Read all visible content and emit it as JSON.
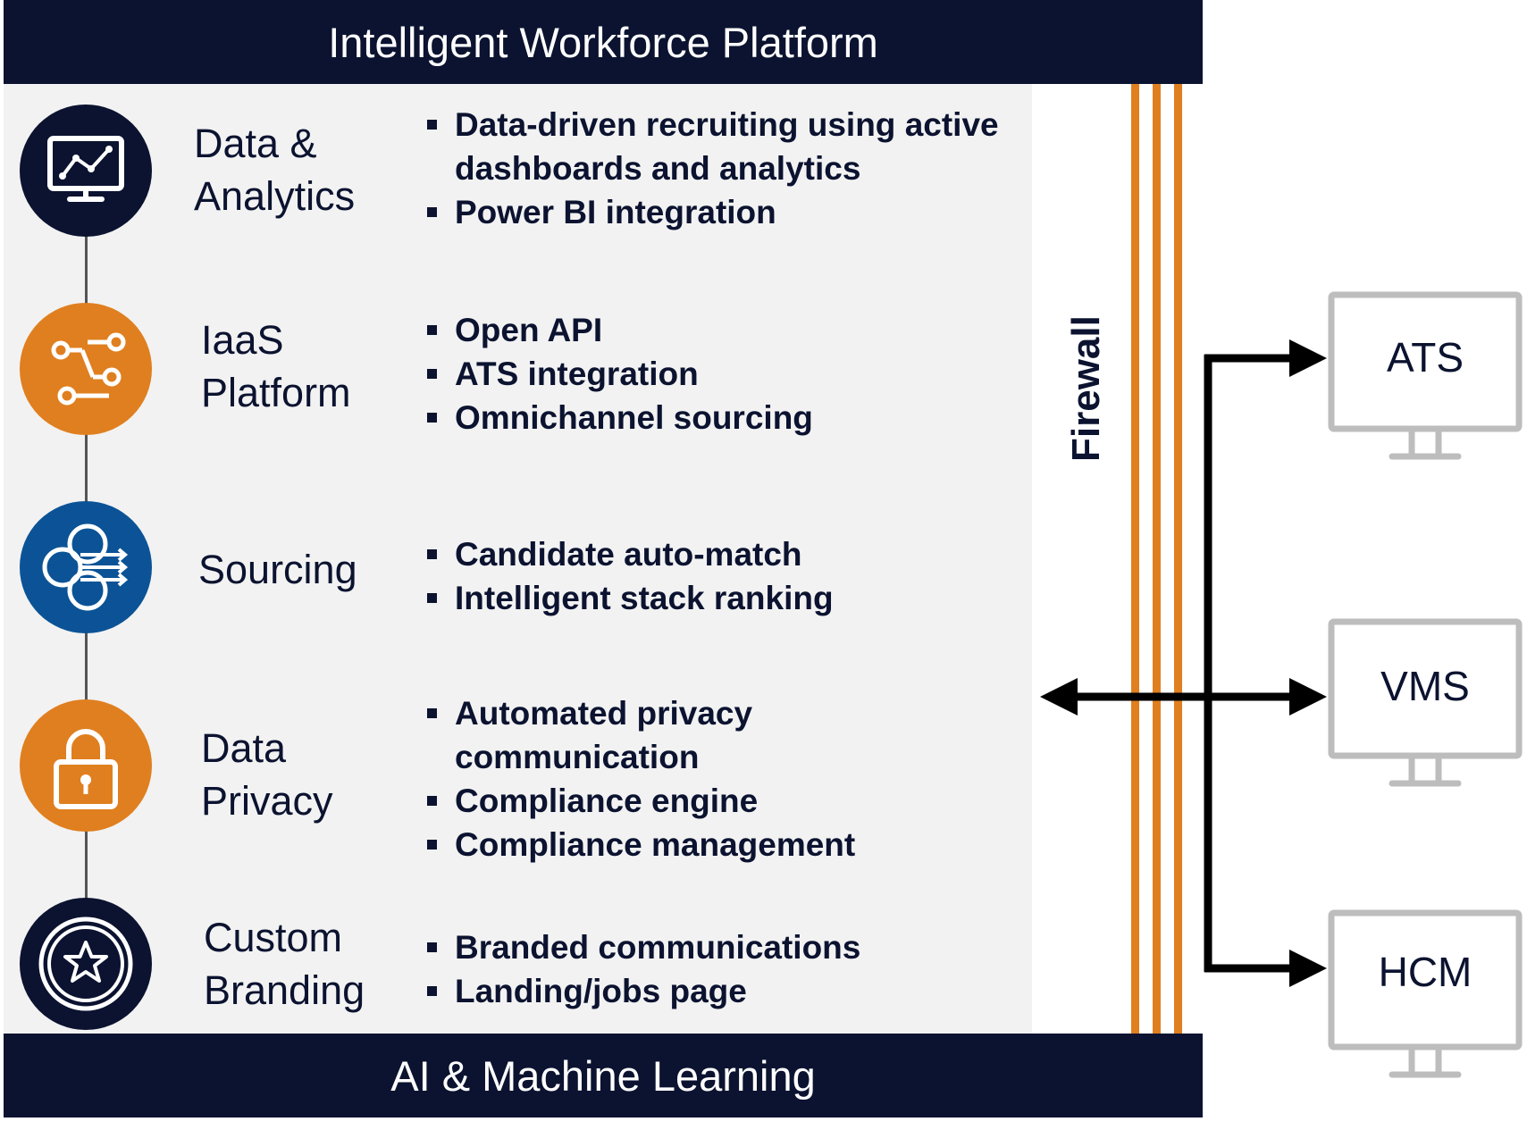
{
  "header": {
    "title": "Intelligent Workforce Platform"
  },
  "footer": {
    "title": "AI & Machine Learning"
  },
  "capabilities": [
    {
      "icon": "analytics-monitor-icon",
      "color": "#0b1330",
      "label_lines": [
        "Data &",
        "Analytics"
      ],
      "bullets": [
        "Data-driven recruiting using active dashboards and analytics",
        "Power BI integration"
      ]
    },
    {
      "icon": "workflow-nodes-icon",
      "color": "#e07f1f",
      "label_lines": [
        "IaaS",
        "Platform"
      ],
      "bullets": [
        "Open API",
        "ATS integration",
        "Omnichannel sourcing"
      ]
    },
    {
      "icon": "sourcing-circles-icon",
      "color": "#0b5396",
      "label_lines": [
        "Sourcing"
      ],
      "bullets": [
        "Candidate auto-match",
        "Intelligent stack ranking"
      ]
    },
    {
      "icon": "padlock-icon",
      "color": "#e07f1f",
      "label_lines": [
        "Data",
        "Privacy"
      ],
      "bullets": [
        "Automated privacy communication",
        "Compliance engine",
        "Compliance management"
      ]
    },
    {
      "icon": "star-badge-icon",
      "color": "#0b1330",
      "label_lines": [
        "Custom",
        "Branding"
      ],
      "bullets": [
        "Branded communications",
        "Landing/jobs page"
      ]
    }
  ],
  "firewall": {
    "label": "Firewall",
    "stripe_color": "#e07f1f"
  },
  "systems": [
    {
      "label": "ATS"
    },
    {
      "label": "VMS"
    },
    {
      "label": "HCM"
    }
  ]
}
